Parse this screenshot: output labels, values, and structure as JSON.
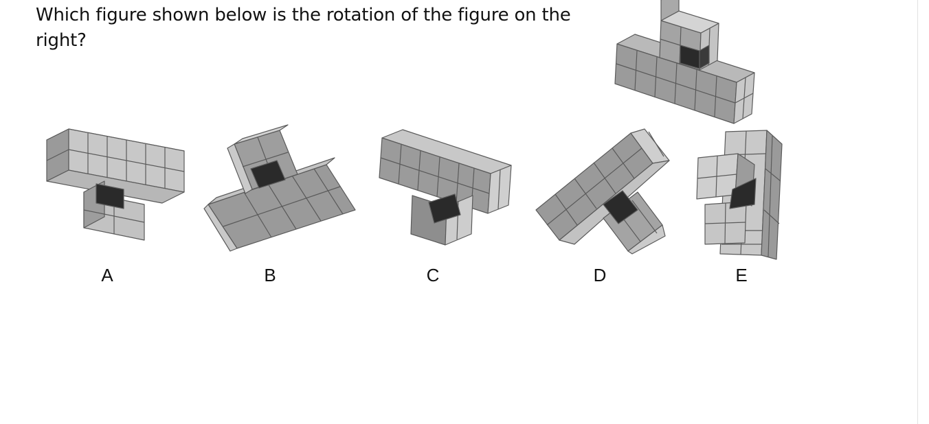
{
  "question": {
    "text": "Which figure shown below is the rotation of the figure on the right?"
  },
  "options": [
    {
      "label": "A"
    },
    {
      "label": "B"
    },
    {
      "label": "C"
    },
    {
      "label": "D"
    },
    {
      "label": "E"
    }
  ],
  "colors": {
    "light_face": "#c8c8c8",
    "mid_face": "#a9a9a9",
    "dark_face": "#8d8d8d",
    "hole": "#2a2a2a",
    "edge": "#5a5a5a"
  },
  "icons": [
    "reference-shape",
    "option-shape-a",
    "option-shape-b",
    "option-shape-c",
    "option-shape-d",
    "option-shape-e"
  ]
}
